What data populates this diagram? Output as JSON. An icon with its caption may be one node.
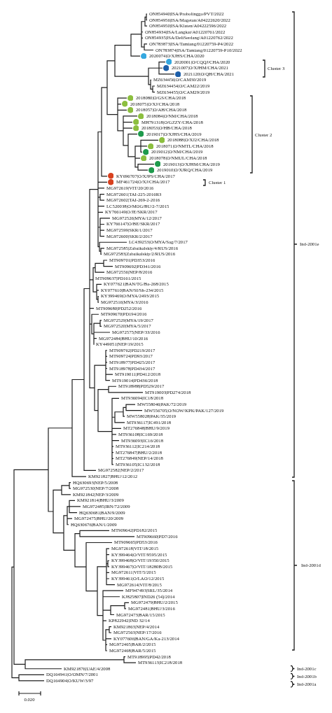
{
  "diagram": {
    "labels": [
      "ON854940|ISA/Probolinggo/PVT/2022",
      "ON854956|ISA/Magetan/A04222620/2022",
      "ON854950|ISA/Klaten/A04222596/2022",
      "ON854934|ISA/Langkat/A01220761/2022",
      "ON854935|ISA/DeliSerdang/A01220762/2022",
      "ON783873|ISA/Tamiang/01220759-P4/2022",
      "ON783874|ISA/Tamiang/01220759-P10/2022",
      "2020074|O/XJHS/CHA/2020",
      "2020001|O/CQQJ/CHA/2020",
      "2021007|O/XJHM/CHA/2021",
      "2021120|O/QH/CHA/2021",
      "MZ634456|O/CAM30/2019",
      "MZ634454|O/CAM22/2019",
      "MZ634455|O/CAM29/2019",
      "2018080|O/GS/CHA/2018",
      "2018075|O/XJ/CHA/2018",
      "2018057|O/AH/CHA/2018",
      "2018084|O/NM/CHA/2018",
      "MH791318|O/GZZY/CHA/2018",
      "2018053|O/HB/CHA/2018",
      "2019017|O/XJHS/CHA/2019",
      "2018088|O/XJ2/CHA/2018",
      "2018071|O/NMTL/CHA/2018",
      "2019012|O/NM/CHA/2019",
      "2018078|O/NMUL/CHA/2018",
      "2019013|O/XJHM/CHA/2019",
      "2019010|O/XJRQ/CHA/2019",
      "KY696707|O/XJPS/CHA/2017",
      "MF461724|O/XJ/CHA/2017",
      "MG972619|VIT/20/2016",
      "MG972601|TAI-225-2016R3",
      "MG972602|TAI-269-2-2016",
      "LC520038|O/MOG/BU/2-7/2015",
      "KY766149|O/JE/SKR/2017",
      "MG972526|MYA/12/2017",
      "KY766147|O/BE/SKR/2017",
      "MG972599|SKR/1/2017",
      "MG972600|SKR/2/2017",
      "LC439253|O/MYA/Sag/7/2017",
      "MG972585|Zabaikalskiy/4/RUS/2016",
      "MG972583|Zabaikalskiy/2/RUS/2016",
      "MT909701|PD353/2016",
      "MT909692|PD341/2016",
      "MG972556|NEP/8/2016",
      "MT909637|PD161/2015",
      "KY077621|BAN/TG/Ba-268/2015",
      "KY077610|BAN/SI/Sh-234/2015",
      "KY399469|O/MYA/2493/2015",
      "MG972516|MYA/3/2016",
      "MT909680|PD252/2016",
      "MT909670|PD194/2016",
      "MG972529|MYA/19/2017",
      "MG972520|MYA/5/2017",
      "MG972575|NEP/33/2016",
      "MG972484|BHU/10/2016",
      "KY449051|NEP/19/2015",
      "MT909762|PD219/2017",
      "MT909724|PD93/2017",
      "MT918977|PD425/2017",
      "MT918978|PD434/2017",
      "MT919011|PD412/2018",
      "MT919014|PD436/2018",
      "MT918988|PD529/2017",
      "MT919003|PD274/2018",
      "MT936094|IC18/2018",
      "MW558046|PAK/72/2019",
      "MW556705|O/NOW/KPK/PAK/127/2019",
      "MW558028|PAK/35/2019",
      "MT936117|IC491/2018",
      "MT276848|BHU/9/2019",
      "MT936108|IC169/2018",
      "MT936093|IC16/2018",
      "MT936112|IC214/2018",
      "MT276847|BHU/2/2018",
      "MT276849|NEP/14/2018",
      "MT936105|IC132/2018",
      "MG972582|NEP/2/2017",
      "KM921827|BHU/12/2012",
      "HQ630693|NEP/5/2008",
      "MG972530|NEP/7/2008",
      "KM921842|NEP/3/2009",
      "KM921814|BHU/3/2009",
      "MG972485|IRN/72/2009",
      "HQ630681|BAN/9/2009",
      "MG972475|BHU/20/2009",
      "HQ630676|BAN/1/2009",
      "MT909642|PD182/2015",
      "MT909660|PD7/2016",
      "MT909665|PD53/2016",
      "MG972618|VIT/18/2015",
      "KY399464|O/VIT/9595/2015",
      "KY399468|O/VIT/19350/2015",
      "KY399467|O/VIT/18280B/2015",
      "MG972611|VIT/5/2015",
      "KY399461|O/LAO/12/2015",
      "MG972614|VIT/8/2015",
      "MF947493|SRL/35/2014",
      "KJ825807|IND26 (54)/2014",
      "MG972479|BHU/2/2015",
      "MG972481|BHU/3/2016",
      "MG972473|BAR/15/2015",
      "KP822942|IND 32/14",
      "KM921863|NEP/4/2014",
      "MG972563|NEP/17/2016",
      "KY077606|BAN/GA/Ka-213/2014",
      "MG972465|BAR/2/2015",
      "MG972468|BAR/5/2015",
      "MT918995|PD42/2018",
      "MT936113|IC218/2018",
      "KM921876|UAE/4/2008",
      "DQ164941|O/OMN/7/2001",
      "DQ164904|O/KUW/3/97",
      "Cluster 3",
      "Cluster 2",
      "Cluster 1",
      "Ind-2001e",
      "Ind-2001d",
      "Ind-2001c",
      "Ind-2001b",
      "Ind-2001a",
      "0.020"
    ]
  }
}
